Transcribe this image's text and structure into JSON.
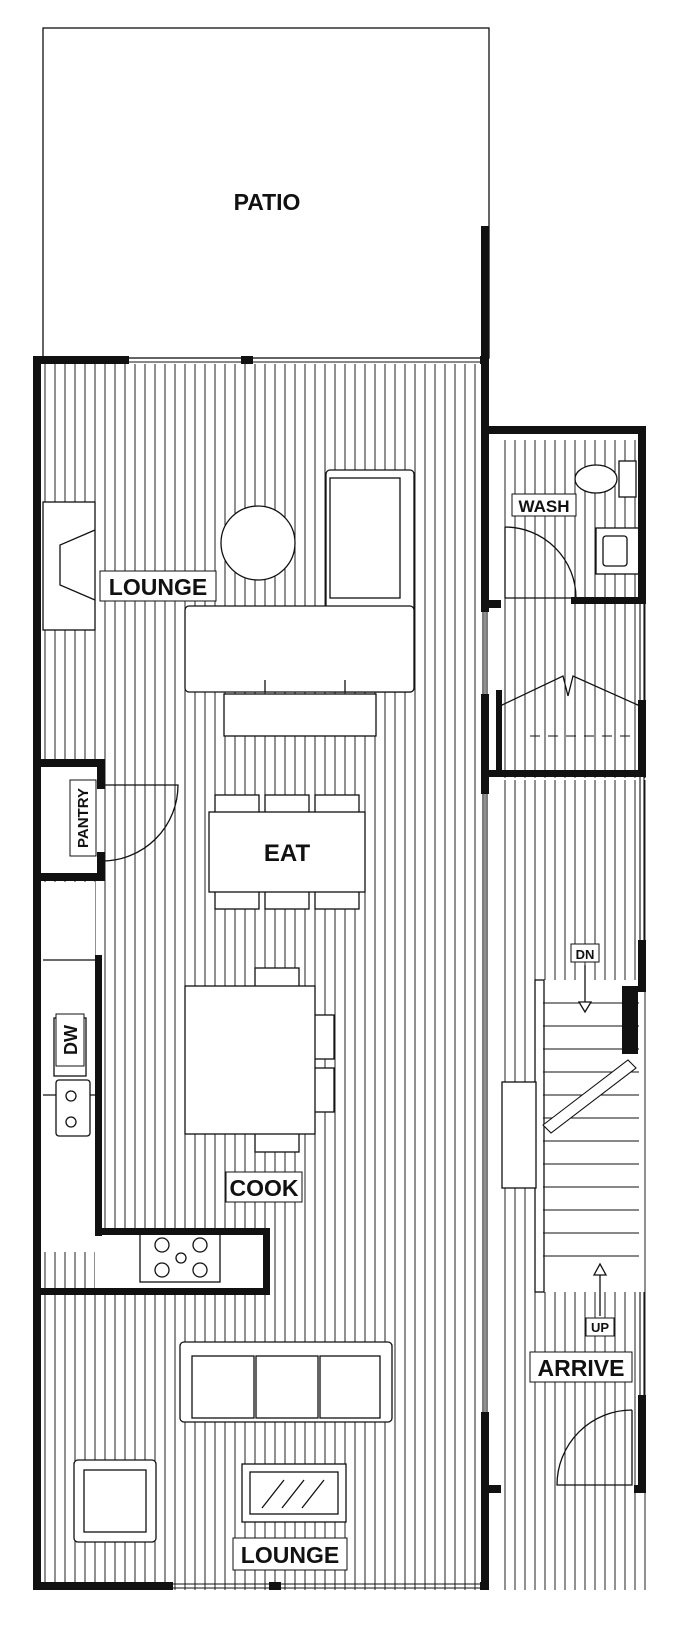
{
  "rooms": {
    "patio": "PATIO",
    "lounge_upper": "LOUNGE",
    "eat": "EAT",
    "pantry": "PANTRY",
    "dishwasher": "DW",
    "cook": "COOK",
    "lounge_lower": "LOUNGE",
    "wash": "WASH",
    "arrive": "ARRIVE"
  },
  "stairs": {
    "down": "DN",
    "up": "UP"
  }
}
